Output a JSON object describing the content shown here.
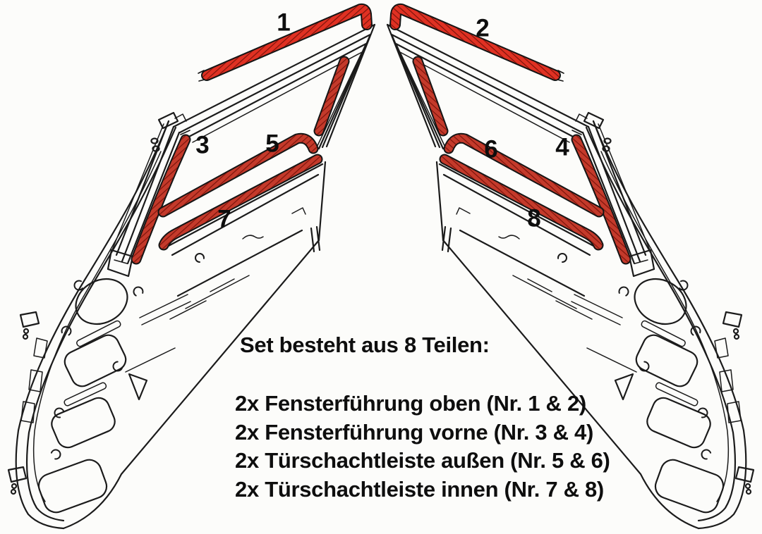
{
  "legend": {
    "title": "Set besteht aus 8 Teilen:",
    "items": [
      "2x Fensterführung oben (Nr. 1 & 2)",
      "2x Fensterführung vorne (Nr. 3 & 4)",
      "2x Türschachtleiste außen (Nr. 5 & 6)",
      "2x Türschachtleiste innen (Nr. 7 & 8)"
    ]
  },
  "parts": [
    {
      "number": "1"
    },
    {
      "number": "2"
    },
    {
      "number": "3"
    },
    {
      "number": "4"
    },
    {
      "number": "5"
    },
    {
      "number": "6"
    },
    {
      "number": "7"
    },
    {
      "number": "8"
    }
  ],
  "colors": {
    "background": "#fcfcfa",
    "line": "#1b1b1b",
    "seal_red": "#c43a2b",
    "seal_red_bright": "#e03123",
    "seal_hatch": "#7d140b",
    "text": "#0e0e0e"
  }
}
